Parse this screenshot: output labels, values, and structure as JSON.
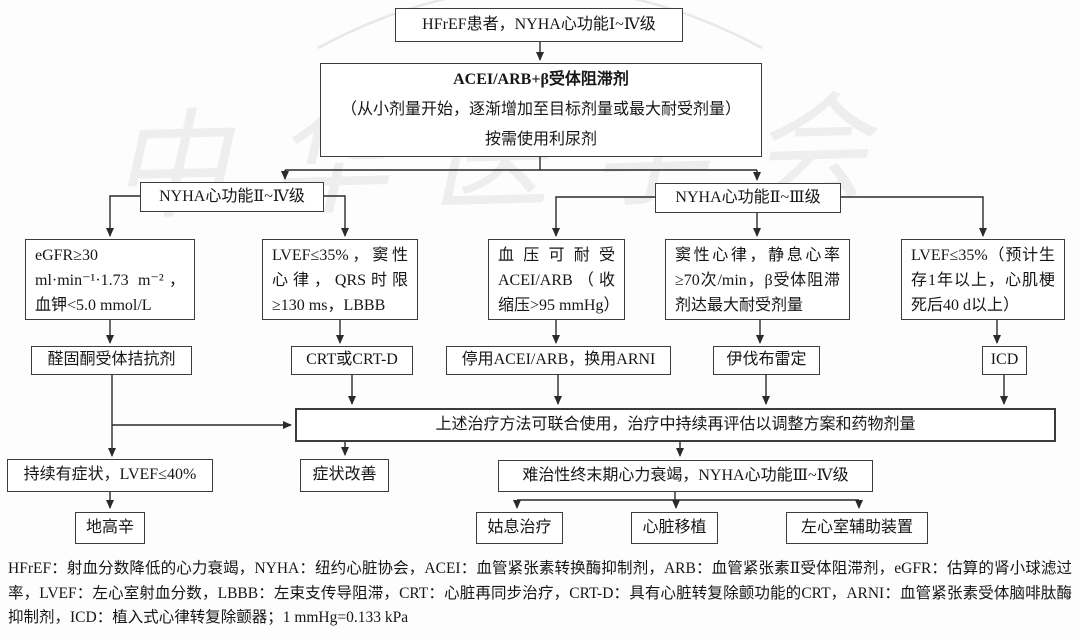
{
  "watermark": "中华医学会",
  "colors": {
    "line": "#2a2a2a",
    "box_border": "#3c3c3c",
    "watermark": "#e2e2e2"
  },
  "nodes": {
    "patient": "HFrEF患者，NYHA心功能Ⅰ~Ⅳ级",
    "acei_line1": "ACEI/ARB+β受体阻滞剂",
    "acei_line2": "（从小剂量开始，逐渐增加至目标剂量或最大耐受剂量）",
    "acei_line3": "按需使用利尿剂",
    "nyha_left": "NYHA心功能Ⅱ~Ⅳ级",
    "nyha_right": "NYHA心功能Ⅱ~Ⅲ级",
    "cond_egfr": "eGFR≥30 ml·min⁻¹·1.73 m⁻²，血钾<5.0 mmol/L",
    "cond_crt": "LVEF≤35%，窦性心律，QRS时限≥130 ms，LBBB",
    "cond_bp": "血压可耐受ACEI/ARB（收缩压>95 mmHg）",
    "cond_hr": "窦性心律，静息心率≥70次/min，β受体阻滞剂达最大耐受剂量",
    "cond_mi": "LVEF≤35%（预计生存1年以上，心肌梗死后40 d以上）",
    "tx_mra": "醛固酮受体拮抗剂",
    "tx_crt": "CRT或CRT-D",
    "tx_arni": "停用ACEI/ARB，换用ARNI",
    "tx_ivabradine": "伊伐布雷定",
    "tx_icd": "ICD",
    "combine": "上述治疗方法可联合使用，治疗中持续再评估以调整方案和药物剂量",
    "persistent": "持续有症状，LVEF≤40%",
    "improved": "症状改善",
    "refractory": "难治性终末期心力衰竭，NYHA心功能Ⅲ~Ⅳ级",
    "digoxin": "地高辛",
    "palliative": "姑息治疗",
    "transplant": "心脏移植",
    "lvad": "左心室辅助装置"
  },
  "footnote": "HFrEF：射血分数降低的心力衰竭，NYHA：纽约心脏协会，ACEI：血管紧张素转换酶抑制剂，ARB：血管紧张素Ⅱ受体阻滞剂，eGFR：估算的肾小球滤过率，LVEF：左心室射血分数，LBBB：左束支传导阻滞，CRT：心脏再同步治疗，CRT-D：具有心脏转复除颤功能的CRT，ARNI：血管紧张素受体脑啡肽酶抑制剂，ICD：植入式心律转复除颤器；1 mmHg=0.133 kPa"
}
